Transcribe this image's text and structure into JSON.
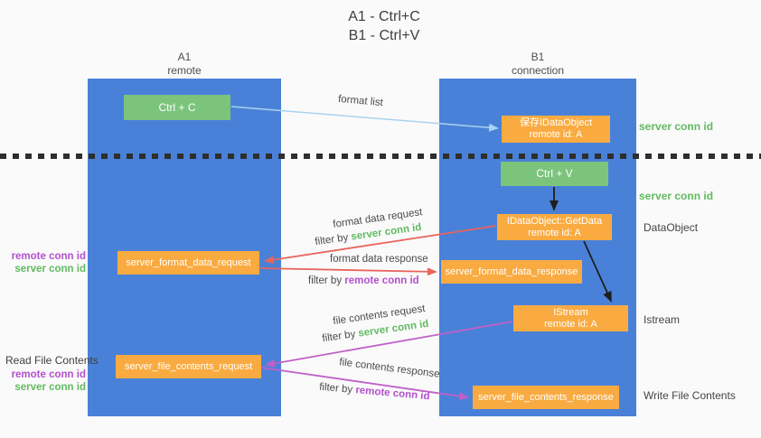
{
  "title": {
    "line1": "A1 - Ctrl+C",
    "line2": "B1 - Ctrl+V"
  },
  "columns": {
    "left": {
      "name": "A1",
      "role": "remote"
    },
    "right": {
      "name": "B1",
      "role": "connection"
    }
  },
  "nodes": {
    "ctrl_c": {
      "label": "Ctrl + C"
    },
    "ctrl_v": {
      "label": "Ctrl + V"
    },
    "save_dataobject": {
      "line1": "保存IDataObject",
      "line2": "remote id: A"
    },
    "getdata": {
      "line1": "IDataObject::GetData",
      "line2": "remote id: A"
    },
    "istream": {
      "line1": "IStream",
      "line2": "remote id: A"
    },
    "format_request": {
      "label": "server_format_data_request"
    },
    "format_response": {
      "label": "server_format_data_response"
    },
    "file_request": {
      "label": "server_file_contents_request"
    },
    "file_response": {
      "label": "server_file_contents_response"
    }
  },
  "arrows": {
    "format_list": {
      "label": "format list"
    },
    "format_data_request": {
      "label": "format data request",
      "filter_prefix": "filter by ",
      "filter_key": "server conn id"
    },
    "format_data_response": {
      "label": "format data response",
      "filter_prefix": "filter by ",
      "filter_key": "remote conn id"
    },
    "file_contents_request": {
      "label": "file contents request",
      "filter_prefix": "filter by ",
      "filter_key": "server conn id"
    },
    "file_contents_response": {
      "label": "file contents response",
      "filter_prefix": "filter by ",
      "filter_key": "remote conn id"
    }
  },
  "side_labels": {
    "server_conn_id_top": "server conn id",
    "server_conn_id_mid": "server conn id",
    "dataobject": "DataObject",
    "istream": "Istream",
    "write_file_contents": "Write File Contents",
    "read_file_contents": "Read File Contents",
    "left_mid": {
      "remote": "remote conn id",
      "server": "server conn id"
    },
    "left_bottom": {
      "remote": "remote conn id",
      "server": "server conn id"
    }
  },
  "colors": {
    "column_blue": "#4a81d8",
    "box_green": "#7cc47c",
    "box_orange": "#f9ab41",
    "arrow_lightblue": "#a9d3ee",
    "arrow_red": "#e8655c",
    "arrow_purple": "#c060c8",
    "arrow_black": "#1f1f1f",
    "text_green": "#62ba62",
    "text_purple": "#b350ce"
  }
}
